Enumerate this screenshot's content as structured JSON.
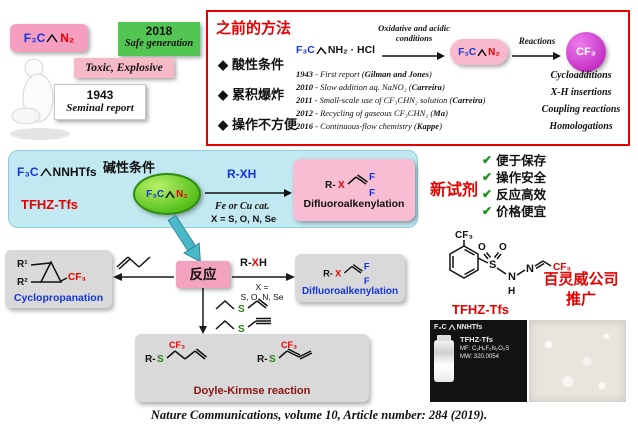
{
  "colors": {
    "accent_red": "#e60000",
    "blue": "#1536d8",
    "green_check": "#149314",
    "pink_box": "#f8bdd2",
    "cyan_panel": "#c2e9f2",
    "magenta": "#c41fc4",
    "gray_box": "#d9d9d9",
    "green_badge": "#53c553",
    "teal_arrow": "#49b9c9"
  },
  "top_left": {
    "diazo": {
      "f3c": "F₃C",
      "n2": "N₂"
    },
    "badge_2018": {
      "year": "2018",
      "label": "Safe generation"
    },
    "badge_toxic": "Toxic, Explosive",
    "badge_1943": {
      "year": "1943",
      "label": "Seminal report"
    }
  },
  "previous": {
    "title": "之前的方法",
    "bullets": [
      {
        "marker": "◆",
        "text": "酸性条件"
      },
      {
        "marker": "◆",
        "text": "累积爆炸"
      },
      {
        "marker": "◆",
        "text": "操作不方便"
      }
    ],
    "scheme": {
      "amine_f3c": "F₃C",
      "amine_rest": "NH₂ · HCl",
      "arrow1_label_1": "Oxidative and acidic",
      "arrow1_label_2": "conditions",
      "diazo_f3c": "F₃C",
      "diazo_n2": "N₂",
      "arrow2_label": "Reactions",
      "product_cf3": "CF₃"
    },
    "timeline": [
      {
        "year": "1943",
        "desc": " - First report (",
        "authors": "Gilman and Jones",
        "close": ")"
      },
      {
        "year": "2010",
        "desc": " - Slow addition aq. NaNO₂ (",
        "authors": "Carreira",
        "close": ")"
      },
      {
        "year": "2011",
        "desc": " - Small-scale use of CF₃CHN₂ solution (",
        "authors": "Carreira",
        "close": ")"
      },
      {
        "year": "2012",
        "desc": " - Recycling of gaseous CF₃CHN₂ (",
        "authors": "Ma",
        "close": ")"
      },
      {
        "year": "2016",
        "desc": " - Continuous-flow chemistry (",
        "authors": "Kappe",
        "close": ")"
      }
    ],
    "reaction_types": [
      "Cycloadditions",
      "X-H insertions",
      "Coupling reactions",
      "Homologations"
    ]
  },
  "panel": {
    "hydrazone_f3c": "F₃C",
    "hydrazone_rest": "NNHTfs",
    "hydrazone_name": "TFHZ-Tfs",
    "condition": "碱性条件",
    "oval_f3c": "F₃C",
    "oval_n2": "N₂",
    "over_arrow": "R-XH",
    "under_arrow_1": "Fe or Cu cat.",
    "under_arrow_2": "X = S, O, N, Se",
    "product": {
      "r": "R-",
      "x": "X",
      "f_top": "F",
      "f_bottom": "F",
      "label": "Difluoroalkenylation"
    }
  },
  "new_reagent": {
    "title": "新试剂",
    "items": [
      {
        "check": "✔",
        "text": "便于保存"
      },
      {
        "check": "✔",
        "text": "操作安全"
      },
      {
        "check": "✔",
        "text": "反应高效"
      },
      {
        "check": "✔",
        "text": "价格便宜"
      }
    ]
  },
  "network": {
    "hub": "反应",
    "cyclopropanation": {
      "r1": "R¹",
      "r2": "R²",
      "cf3": "CF₃",
      "label": "Cyclopropanation"
    },
    "rxh": {
      "r": "R-",
      "x": "X",
      "h": "H"
    },
    "cond_1": "X =",
    "cond_2": "S, O, N, Se",
    "difluoro": {
      "r": "R-",
      "x": "X",
      "f_top": "F",
      "f_bottom": "F",
      "label": "Difluoroalkenylation"
    },
    "sulfide_s1": "S",
    "sulfide_s2": "S",
    "doyle": {
      "label": "Doyle-Kirmse reaction",
      "p1": {
        "r": "R-",
        "s": "S",
        "cf3": "CF₃"
      },
      "p2": {
        "r": "R-",
        "s": "S",
        "cf3": "CF₃"
      }
    }
  },
  "tfhz": {
    "cf3_top": "CF₃",
    "o_left": "O",
    "o_right": "O",
    "s": "S",
    "n1": "N",
    "h": "H",
    "n2": "N",
    "cf3_right": "CF₃",
    "name": "TFHZ-Tfs",
    "promo_1": "百灵威公司",
    "promo_2": "推广"
  },
  "photos": {
    "struct_f3c": "F₃C",
    "struct_rest": "NNHTfs",
    "name": "TFHZ-Tfs",
    "mf": "MF: C₉H₆F₆N₂O₂S",
    "mw": "MW: 320.0054"
  },
  "citation": {
    "journal": "Nature Communications",
    "rest": ", volume 10, Article number: 284 (2019)."
  }
}
